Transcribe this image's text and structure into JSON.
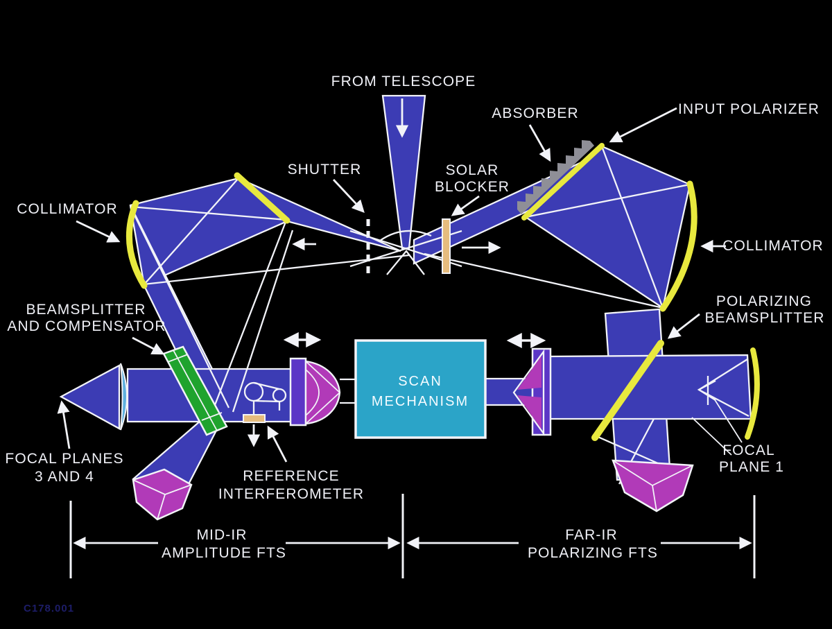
{
  "labels": {
    "from_telescope": "FROM TELESCOPE",
    "shutter": "SHUTTER",
    "solar_blocker_1": "SOLAR",
    "solar_blocker_2": "BLOCKER",
    "absorber": "ABSORBER",
    "input_polarizer": "INPUT POLARIZER",
    "collimator_left": "COLLIMATOR",
    "collimator_right": "COLLIMATOR",
    "beamsplitter_1": "BEAMSPLITTER",
    "beamsplitter_2": "AND COMPENSATOR",
    "polarizing_bs_1": "POLARIZING",
    "polarizing_bs_2": "BEAMSPLITTER",
    "focal_planes_34_1": "FOCAL PLANES",
    "focal_planes_34_2": "3 AND 4",
    "reference_interferometer_1": "REFERENCE",
    "reference_interferometer_2": "INTERFEROMETER",
    "scan_mechanism_1": "SCAN",
    "scan_mechanism_2": "MECHANISM",
    "focal_plane_1_line1": "FOCAL",
    "focal_plane_1_line2": "PLANE 1",
    "mid_ir_1": "MID-IR",
    "mid_ir_2": "AMPLITUDE FTS",
    "far_ir_1": "FAR-IR",
    "far_ir_2": "POLARIZING FTS",
    "caption": "C178.001"
  },
  "colors": {
    "background_top": "#14145e",
    "background_bottom": "#32329c",
    "beam_fill": "#3c3cb4",
    "outline_white": "#f2f3f8",
    "optic_yellow": "#e8e93e",
    "beamsplitter_green": "#1fa32e",
    "retro_magenta": "#b13ab8",
    "bracket_violet": "#5b36c6",
    "scan_box_cyan": "#2ba4c8",
    "solar_blocker_tan": "#e6bc7e",
    "absorber_gray": "#8f8f97",
    "lens_blue": "#5fb0de",
    "label_text": "#f0f1f7",
    "caption_text": "#1d1d68"
  }
}
